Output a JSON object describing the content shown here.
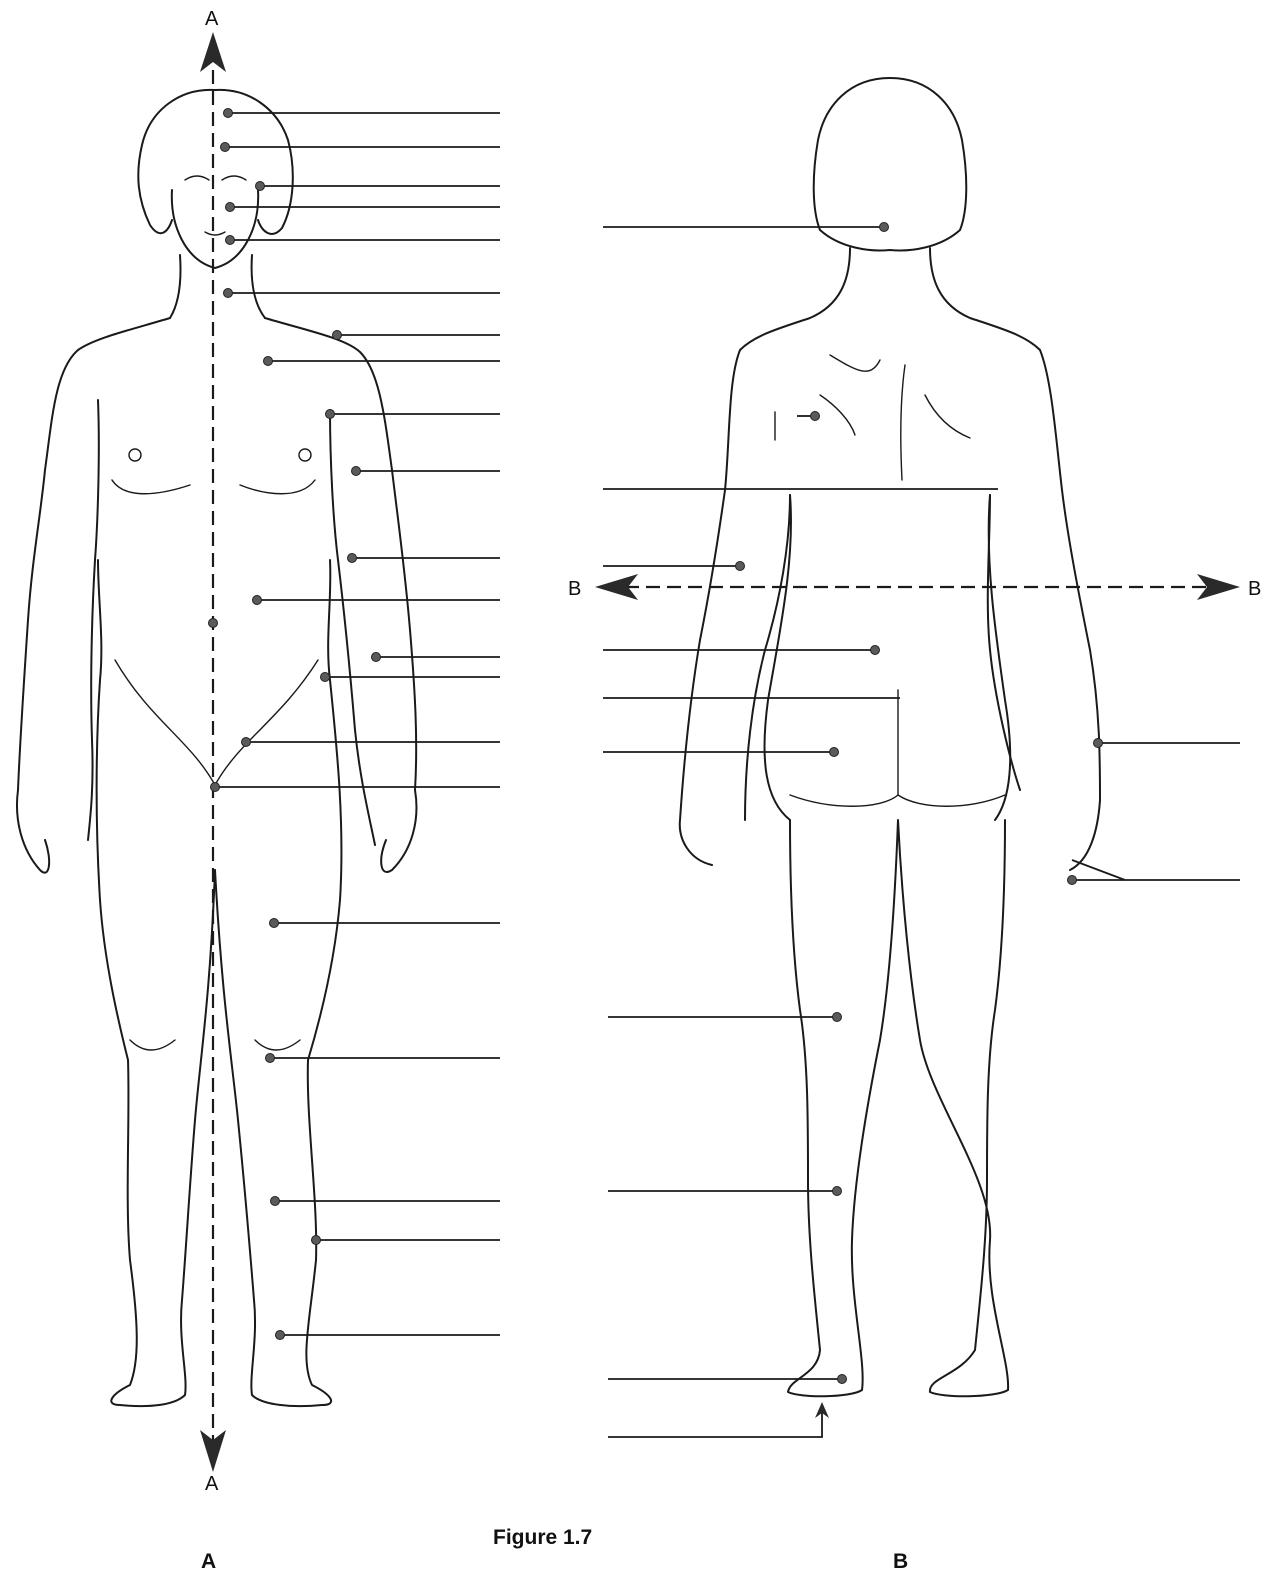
{
  "figure": {
    "caption": "Figure 1.7",
    "panel_a_label": "A",
    "panel_b_label": "B"
  },
  "axes": {
    "vertical_top": "A",
    "vertical_bottom": "A",
    "horizontal_left": "B",
    "horizontal_right": "B"
  }
}
